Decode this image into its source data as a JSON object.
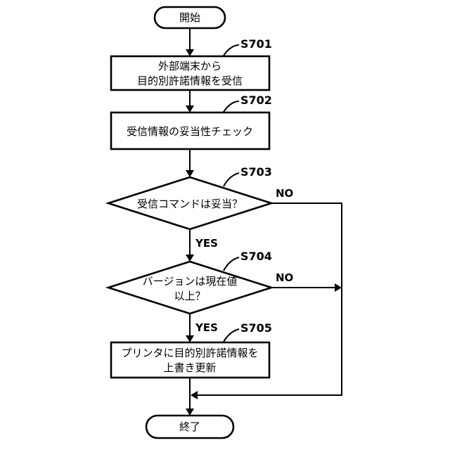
{
  "start_label": "開始",
  "end_label": "終了",
  "steps": {
    "s701": {
      "id": "S701",
      "line1": "外部端末から",
      "line2": "目的別許諾情報を受信"
    },
    "s702": {
      "id": "S702",
      "text": "受信情報の妥当性チェック"
    },
    "s703": {
      "id": "S703",
      "text": "受信コマンドは妥当？",
      "no": "NO",
      "yes": "YES"
    },
    "s704": {
      "id": "S704",
      "line1": "バージョンは現在値",
      "line2": "以上？",
      "no": "NO",
      "yes": "YES"
    },
    "s705": {
      "id": "S705",
      "line1": "プリンタに目的別許諾情報を",
      "line2": "上書き更新"
    }
  }
}
